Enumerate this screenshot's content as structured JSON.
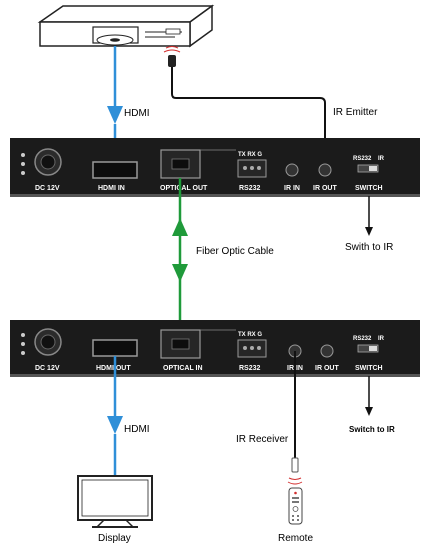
{
  "labels": {
    "hdmi_top": "HDMI",
    "ir_emitter": "IR Emitter",
    "fiber": "Fiber Optic Cable",
    "switch_ir_top": "Swith to IR",
    "hdmi_bottom": "HDMI",
    "ir_receiver": "IR Receiver",
    "switch_ir_bottom": "Switch to IR",
    "display": "Display",
    "remote": "Remote"
  },
  "tx_panel": {
    "dc": "DC 12V",
    "hdmi": "HDMI  IN",
    "optical": "OPTICAL OUT",
    "txrxg": "TX  RX  G",
    "rs232": "RS232",
    "ir_in": "IR IN",
    "ir_out": "IR OUT",
    "sw_rs232": "RS232",
    "sw_ir": "IR",
    "switch": "SWITCH"
  },
  "rx_panel": {
    "dc": "DC 12V",
    "hdmi": "HDMI  OUT",
    "optical": "OPTICAL IN",
    "txrxg": "TX  RX  G",
    "rs232": "RS232",
    "ir_in": "IR IN",
    "ir_out": "IR OUT",
    "sw_rs232": "RS232",
    "sw_ir": "IR",
    "switch": "SWITCH"
  },
  "icons": [
    "dvd-player-icon",
    "monitor-icon",
    "remote-control-icon",
    "ir-emitter-icon",
    "ir-receiver-icon"
  ],
  "colors": {
    "hdmi_arrow": "#2f8fd8",
    "fiber": "#1f9a3a",
    "panel": "#1b1b1b",
    "led": "#e53935"
  }
}
